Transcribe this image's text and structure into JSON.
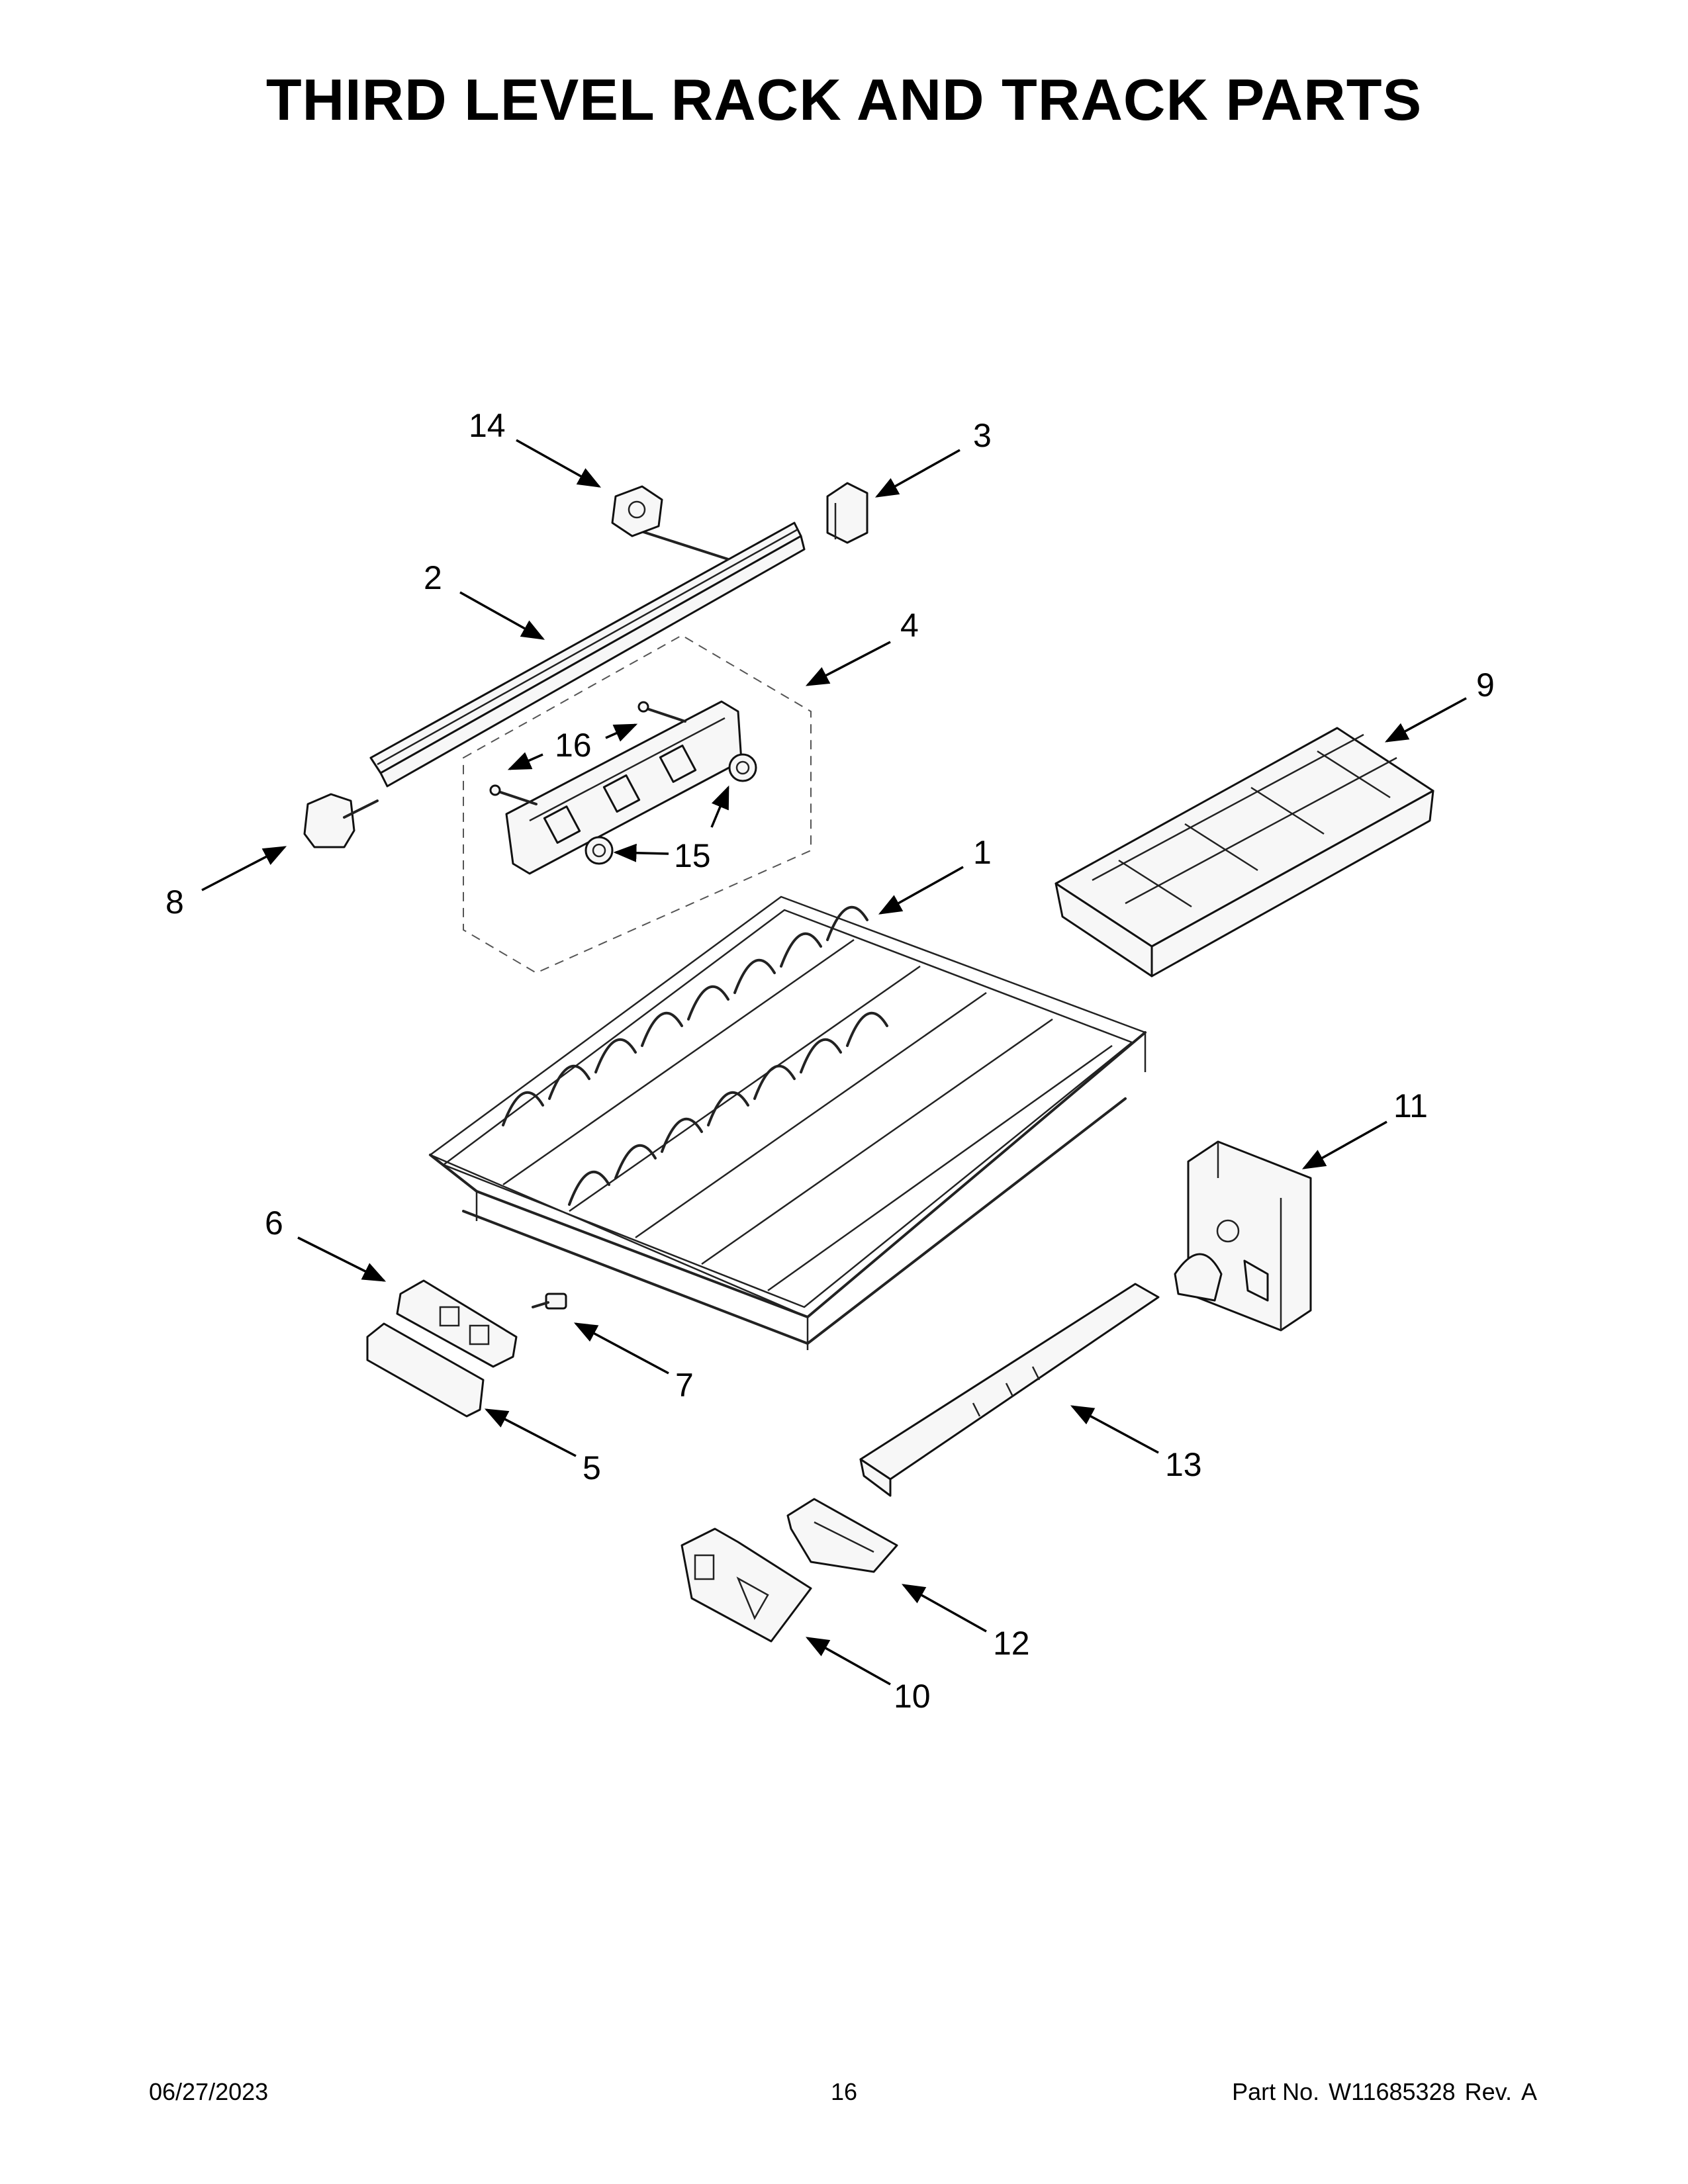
{
  "page": {
    "title": "THIRD LEVEL RACK AND TRACK PARTS",
    "footer": {
      "date": "06/27/2023",
      "page_number": "16",
      "part_no_label": "Part No.",
      "part_no": "W11685328",
      "rev_label": "Rev.",
      "rev": "A"
    }
  },
  "callouts": {
    "c1": "1",
    "c2": "2",
    "c3": "3",
    "c4": "4",
    "c5": "5",
    "c6": "6",
    "c7": "7",
    "c8": "8",
    "c9": "9",
    "c10": "10",
    "c11": "11",
    "c12": "12",
    "c13": "13",
    "c14": "14",
    "c15": "15",
    "c16": "16"
  }
}
